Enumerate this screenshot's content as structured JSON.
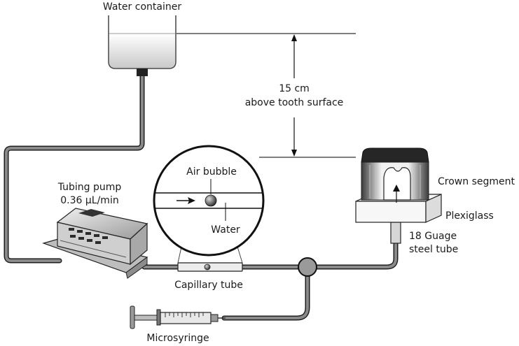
{
  "labels": {
    "water_container": "Water container",
    "height_line1": "15 cm",
    "height_line2": "above tooth surface",
    "pump_line1": "Tubing pump",
    "pump_line2": "0.36 μL/min",
    "air_bubble": "Air bubble",
    "water": "Water",
    "capillary_tube": "Capillary tube",
    "microsyringe": "Microsyringe",
    "crown_segment": "Crown segment",
    "plexiglass": "Plexiglass",
    "steel_line1": "18 Guage",
    "steel_line2": "steel tube"
  },
  "colors": {
    "tube": "#6f6f6f",
    "tube_outline": "#1e1e1e",
    "pump_body": "#d4d4d4",
    "crown_dark": "#262626"
  }
}
